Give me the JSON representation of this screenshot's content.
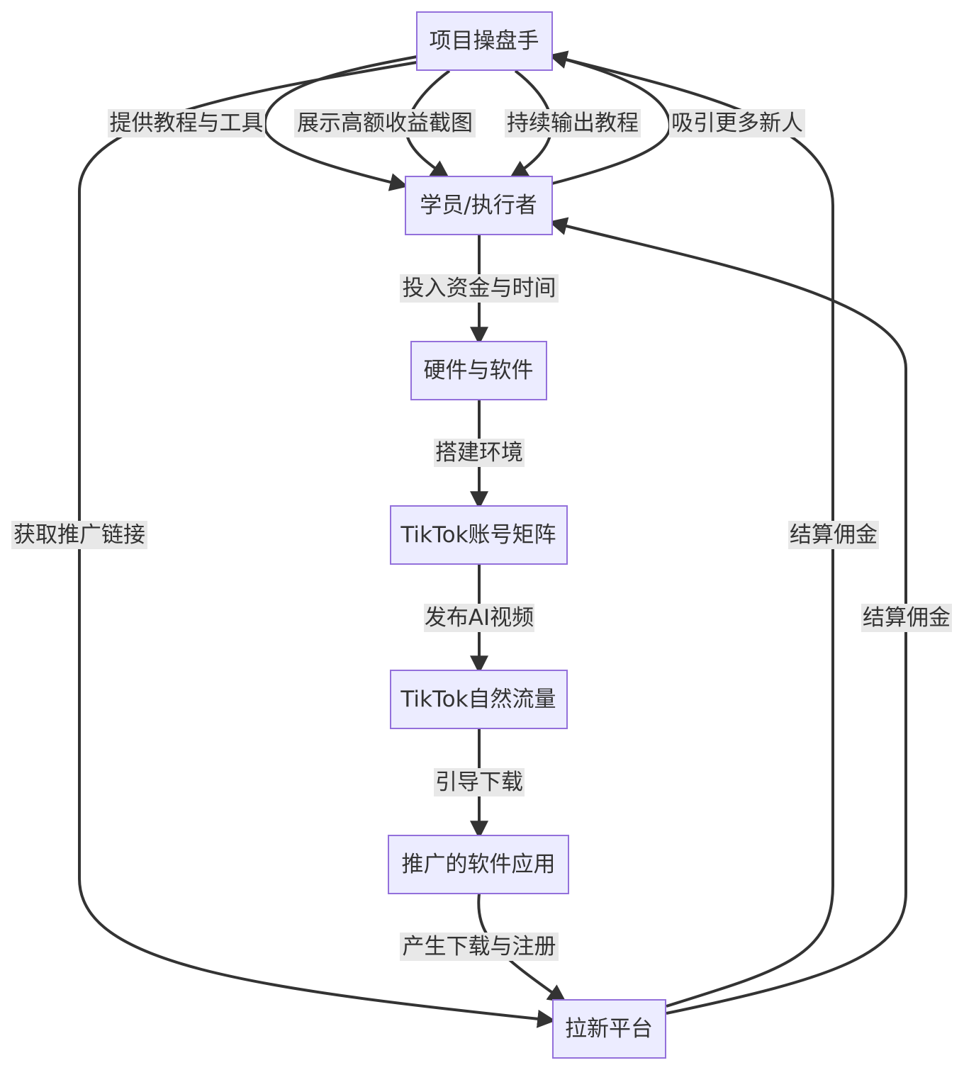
{
  "nodes": {
    "operator": "项目操盘手",
    "student": "学员/执行者",
    "hardware": "硬件与软件",
    "accounts": "TikTok账号矩阵",
    "traffic": "TikTok自然流量",
    "app": "推广的软件应用",
    "platform": "拉新平台"
  },
  "edges": {
    "provide_tutorials": "提供教程与工具",
    "show_income": "展示高额收益截图",
    "continuous_tutorials": "持续输出教程",
    "attract_newcomers": "吸引更多新人",
    "get_links": "获取推广链接",
    "settle_to_operator": "结算佣金",
    "settle_to_student": "结算佣金",
    "invest": "投入资金与时间",
    "setup": "搭建环境",
    "publish": "发布AI视频",
    "guide_download": "引导下载",
    "downloads": "产生下载与注册"
  },
  "colors": {
    "node_fill": "#ECECFF",
    "node_stroke": "#9370DB",
    "edge": "#333333",
    "label_bg": "#e8e8e8",
    "text": "#333333"
  }
}
